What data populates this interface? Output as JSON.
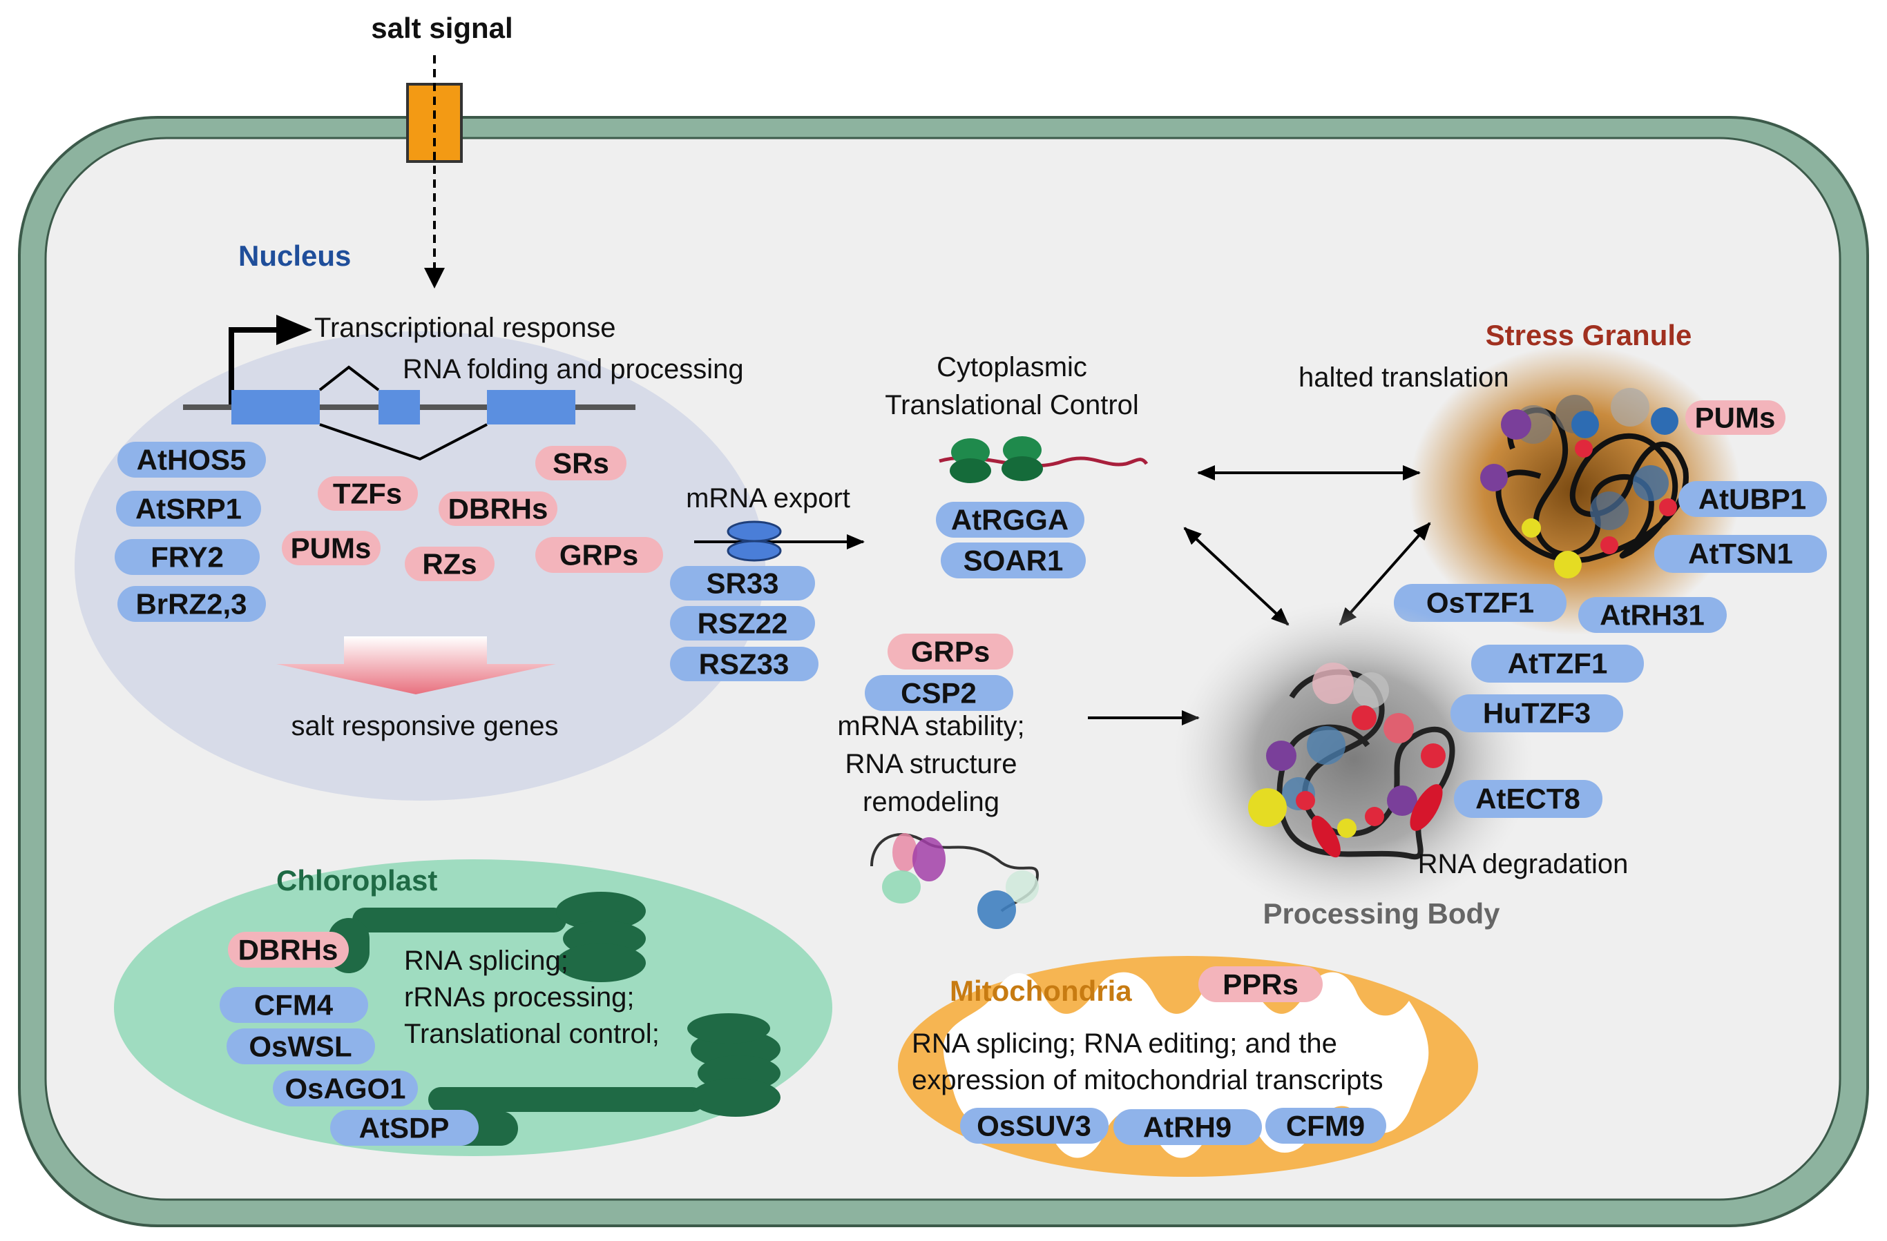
{
  "signal": {
    "label": "salt signal"
  },
  "nucleus": {
    "title": "Nucleus",
    "transcriptional_response": "Transcriptional response",
    "rna_folding": "RNA folding and processing",
    "salt_responsive_genes": "salt responsive genes",
    "proteins_blue": [
      "AtHOS5",
      "AtSRP1",
      "FRY2",
      "BrRZ2,3"
    ],
    "proteins_pink": [
      "TZFs",
      "SRs",
      "DBRHs",
      "PUMs",
      "RZs",
      "GRPs"
    ]
  },
  "export": {
    "label": "mRNA export",
    "proteins": [
      "SR33",
      "RSZ22",
      "RSZ33"
    ]
  },
  "cytoplasmic": {
    "title_line1": "Cytoplasmic",
    "title_line2": "Translational Control",
    "proteins": [
      "AtRGGA",
      "SOAR1"
    ]
  },
  "stability": {
    "proteins_pink": [
      "GRPs"
    ],
    "proteins_blue": [
      "CSP2"
    ],
    "line1": "mRNA stability;",
    "line2": "RNA structure",
    "line3": "remodeling"
  },
  "stress_granule": {
    "title": "Stress Granule",
    "halted": "halted translation",
    "proteins_pink": [
      "PUMs"
    ],
    "proteins_blue": [
      "AtUBP1",
      "AtTSN1",
      "OsTZF1",
      "AtRH31"
    ]
  },
  "processing_body": {
    "title": "Processing Body",
    "degradation": "RNA degradation",
    "proteins": [
      "AtTZF1",
      "HuTZF3",
      "AtECT8"
    ]
  },
  "chloroplast": {
    "title": "Chloroplast",
    "line1": "RNA splicing;",
    "line2": "rRNAs processing;",
    "line3": "Translational control;",
    "proteins_pink": [
      "DBRHs"
    ],
    "proteins_blue": [
      "CFM4",
      "OsWSL",
      "OsAGO1",
      "AtSDP"
    ]
  },
  "mitochondria": {
    "title": "Mitochondria",
    "line1": "RNA splicing; RNA editing; and the",
    "line2": "expression of mitochondrial transcripts",
    "proteins_pink": [
      "PPRs"
    ],
    "proteins_blue": [
      "OsSUV3",
      "AtRH9",
      "CFM9"
    ]
  },
  "colors": {
    "cell_wall": "#8db39f",
    "cytoplasm": "#efefef",
    "nucleus": "#d7dbe8",
    "chloroplast": "#9fdcc0",
    "thylakoid": "#1f6a45",
    "mitochondria": "#f6b552",
    "stress_granule": "#c98b3e",
    "processing_body": "#9a9a9a",
    "channel": "#f39a14",
    "pill_blue": "#8fb3ea",
    "pill_pink": "#f3b4bb",
    "nucleus_title": "#1f4e9a",
    "stress_title": "#a0301f",
    "chloroplast_title": "#1f6a45",
    "mito_title": "#c77b12",
    "pbody_title": "#666666"
  }
}
